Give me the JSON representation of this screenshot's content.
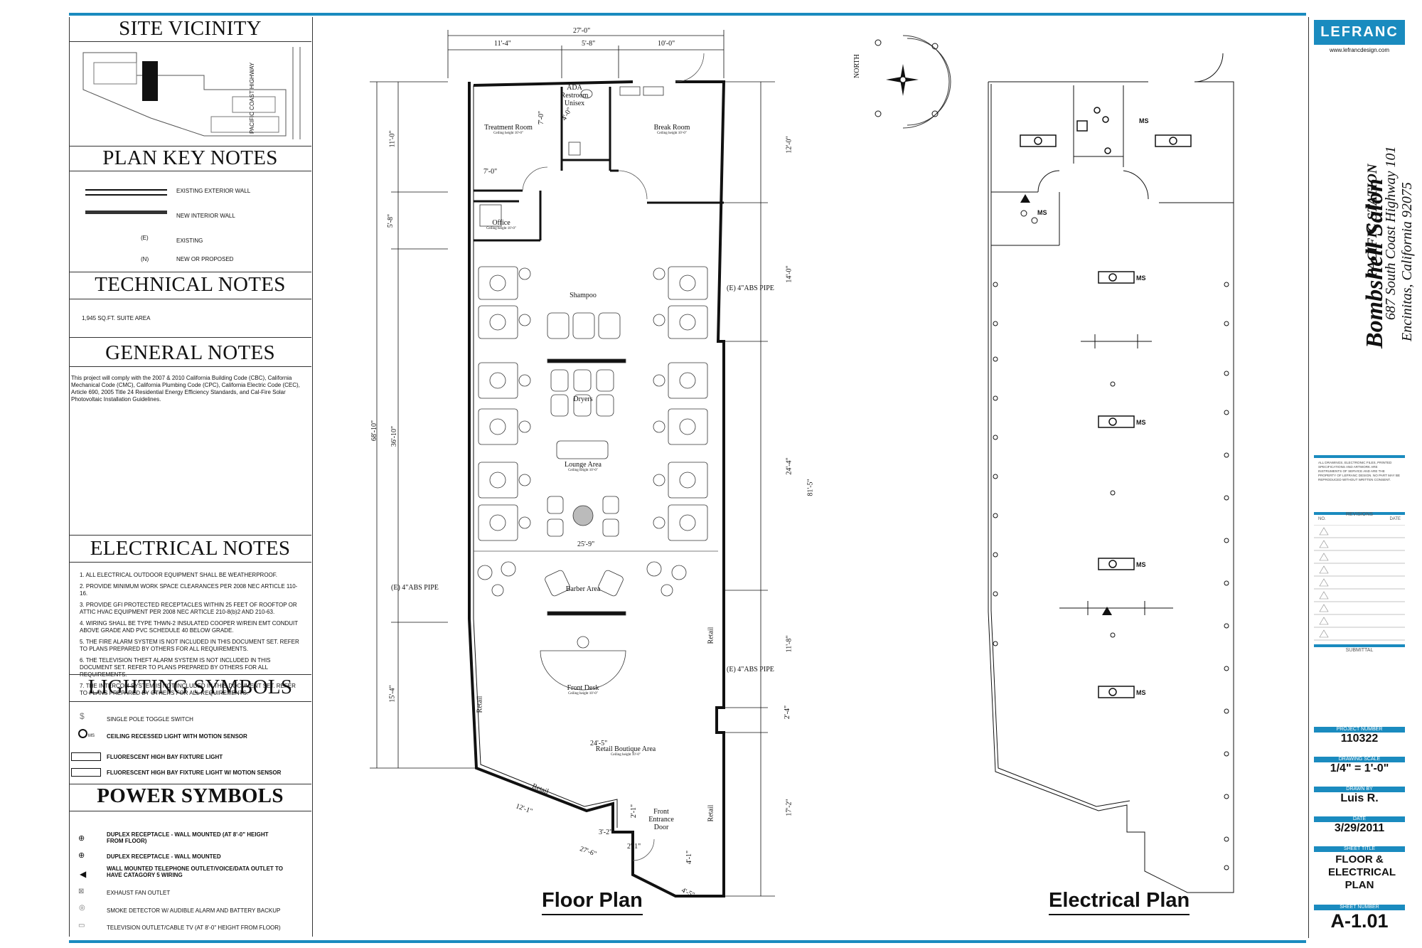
{
  "left_panel": {
    "site_vicinity": {
      "title": "SITE VICINITY",
      "street": "PACIFIC COAST HIGHWAY"
    },
    "plan_key_notes": {
      "title": "PLAN KEY NOTES",
      "items": [
        {
          "symbol": "",
          "label": "EXISTING EXTERIOR WALL"
        },
        {
          "symbol": "",
          "label": "NEW INTERIOR WALL"
        },
        {
          "symbol": "(E)",
          "label": "EXISTING"
        },
        {
          "symbol": "(N)",
          "label": "NEW OR PROPOSED"
        }
      ]
    },
    "technical_notes": {
      "title": "TECHNICAL NOTES",
      "text": "1,945 SQ.FT. SUITE AREA"
    },
    "general_notes": {
      "title": "GENERAL NOTES",
      "text": "This project will comply with the 2007 & 2010 California Building Code (CBC), California Mechanical Code (CMC), California Plumbing Code (CPC), California Electric Code (CEC), Article 690, 2005 Title 24 Residential Energy Efficiency Standards, and Cal-Fire Solar Photovoltaic Installation Guidelines."
    },
    "electrical_notes": {
      "title": "ELECTRICAL NOTES",
      "items": [
        "1.  ALL ELECTRICAL OUTDOOR EQUIPMENT SHALL BE WEATHERPROOF.",
        "2.  PROVIDE MINIMUM WORK SPACE CLEARANCES PER 2008 NEC ARTICLE 110-16.",
        "3.  PROVIDE GFI PROTECTED RECEPTACLES WITHIN 25 FEET OF ROOFTOP OR ATTIC HVAC EQUIPMENT PER 2008 NEC ARTICLE 210-8(b)2 AND 210-63.",
        "4.  WIRING SHALL BE TYPE THWN-2 INSULATED COOPER W/REIN EMT CONDUIT ABOVE GRADE AND PVC SCHEDULE 40 BELOW GRADE.",
        "5.  THE FIRE ALARM SYSTEM IS NOT INCLUDED IN THIS DOCUMENT SET. REFER TO PLANS PREPARED BY OTHERS FOR ALL REQUIREMENTS.",
        "6.  THE TELEVISION THEFT ALARM SYSTEM IS NOT INCLUDED IN THIS DOCUMENT SET. REFER TO PLANS PREPARED BY OTHERS FOR ALL REQUIREMENTS.",
        "7.  THE INTERCOM SYSTEM IS NOT INCLUDED IN THIS DOCUMENT SET. REFER TO PLANS PREPARED BY OTHERS FOR ALL REQUIREMENTS."
      ]
    },
    "lighting_symbols": {
      "title": "LIGHTING SYMBOLS",
      "items": [
        "SINGLE POLE TOGGLE SWITCH",
        "CEILING RECESSED LIGHT WITH MOTION SENSOR",
        "FLUORESCENT HIGH BAY FIXTURE LIGHT",
        "FLUORESCENT HIGH BAY FIXTURE LIGHT W/ MOTION SENSOR"
      ],
      "ms": "MS"
    },
    "power_symbols": {
      "title": "POWER SYMBOLS",
      "items": [
        "DUPLEX RECEPTACLE - WALL MOUNTED (AT 8'-0\" HEIGHT FROM FLOOR)",
        "DUPLEX RECEPTACLE - WALL MOUNTED",
        "WALL MOUNTED TELEPHONE OUTLET/VOICE/DATA OUTLET TO HAVE CATAGORY 5 WIRING",
        "EXHAUST FAN OUTLET",
        "SMOKE DETECTOR W/ AUDIBLE ALARM AND BATTERY BACKUP",
        "TELEVISION OUTLET/CABLE TV  (AT 8'-0\" HEIGHT FROM FLOOR)"
      ]
    }
  },
  "floor_plan": {
    "title": "Floor Plan",
    "north": "NORTH",
    "dims": {
      "overall_width": "27'-0\"",
      "seg1": "11'-4\"",
      "seg2": "5'-8\"",
      "seg3": "10'-0\"",
      "left_total": "68'-10\"",
      "left_a": "11'-0\"",
      "left_b": "5'-8\"",
      "left_c": "36'-10\"",
      "left_d": "15'-4\"",
      "right_total": "81'-5\"",
      "right_a": "12'-0\"",
      "right_b": "14'-0\"",
      "right_c": "24'-4\"",
      "right_d": "11'-8\"",
      "right_e": "2'-4\"",
      "right_f": "17'-2\"",
      "treat_w": "7'-0\"",
      "treat_h": "7'-0\"",
      "rest": "4'-0\"",
      "lounge_w": "25'-9\"",
      "retail_w": "24'-5\"",
      "diag1": "12'-1\"",
      "diag2": "27'-6\"",
      "d3": "3'-2\"",
      "d4": "2'-1\"",
      "d5": "2'-1\"",
      "d6": "4'-1\"",
      "d7": "4'-5\""
    },
    "rooms": {
      "treatment": "Treatment Room",
      "treatment_ceiling": "Ceiling height 10'-0\"",
      "restroom": "ADA Restroom Unisex",
      "break": "Break Room",
      "break_ceiling": "Ceiling height 10'-0\"",
      "office": "Office",
      "office_ceiling": "Ceiling height 10'-0\"",
      "shampoo": "Shampoo",
      "dryers": "Dryers",
      "lounge": "Lounge Area",
      "lounge_ceiling": "Ceiling height 10'-0\"",
      "barber": "Barber Area",
      "front_desk": "Front Desk",
      "front_desk_ceiling": "Ceiling height 10'-0\"",
      "retail_boutique": "Retail Boutique Area",
      "retail_boutique_ceiling": "Ceiling height 10'-0\"",
      "retail": "Retail",
      "front_entrance": "Front Entrance Door"
    },
    "pipes": [
      "(E) 4\"ABS PIPE",
      "(E) 4\"ABS PIPE",
      "(E) 4\"ABS PIPE"
    ]
  },
  "electrical_plan": {
    "title": "Electrical Plan",
    "ms": "MS"
  },
  "title_block": {
    "logo": "LEFRANC",
    "website": "www.lefrancdesign.com",
    "project_name": "Bombshell Salon",
    "project_subtitle": "PACIFIC STATION",
    "address1": "687 South Coast Highway 101",
    "address2": "Encinitas, California 92075",
    "copyright": "ALL DRAWINGS, ELECTRONIC FILES, PRINTED SPECIFICATIONS AND ARTWORK ARE INSTRUMENTS OF SERVICE AND ARE THE PROPERTY OF LEFRANC DESIGN. NO PART MAY BE REPRODUCED WITHOUT WRITTEN CONSENT.",
    "revisions_label": "REVISIONS",
    "no_label": "NO.",
    "date_label": "DATE",
    "submittal_label": "SUBMITTAL",
    "project_number_label": "PROJECT NUMBER",
    "project_number": "110322",
    "scale_label": "DRAWING SCALE",
    "scale": "1/4\" = 1'-0\"",
    "drawn_label": "DRAWN BY",
    "drawn": "Luis R.",
    "date_label2": "DATE",
    "date": "3/29/2011",
    "sheet_title_label": "SHEET TITLE",
    "sheet_title": "FLOOR & ELECTRICAL PLAN",
    "sheet_number_label": "SHEET NUMBER",
    "sheet_number": "A-1.01"
  },
  "colors": {
    "accent": "#1a8bbf"
  }
}
